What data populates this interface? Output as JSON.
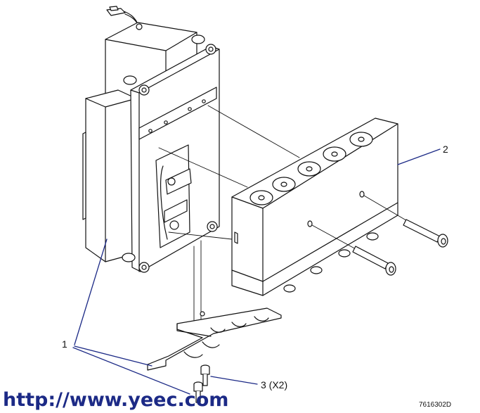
{
  "drawing": {
    "callouts": [
      {
        "id": "1",
        "label": "1"
      },
      {
        "id": "2",
        "label": "2"
      },
      {
        "id": "3",
        "label": "3 (X2)"
      }
    ],
    "watermark": "http://www.yeec.com",
    "drawing_number": "7616302D"
  },
  "colors": {
    "line": "#111111",
    "leader": "#1c2a86",
    "watermark": "#1c2a86"
  }
}
